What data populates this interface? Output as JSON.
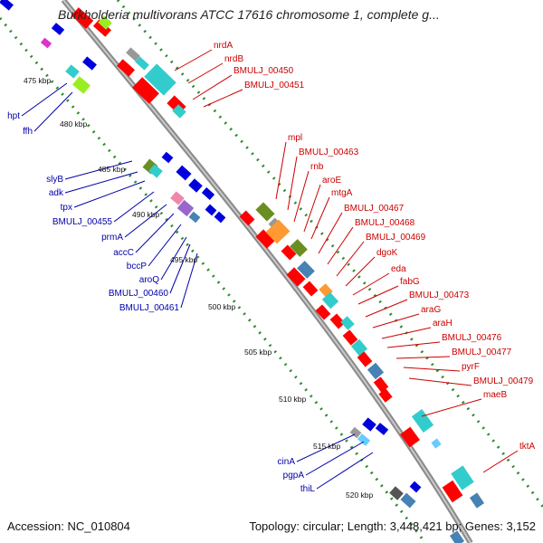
{
  "title": "Burkholderia multivorans ATCC 17616 chromosome 1, complete g...",
  "footer": {
    "accession_label": "Accession:",
    "accession": "NC_010804",
    "topology_label": "Topology:",
    "topology": "circular",
    "length_label": "Length:",
    "length": "3,448,421 bp",
    "genes_label": "Genes:",
    "genes": "3,152"
  },
  "colors": {
    "backbone": "#888888",
    "kbp_dots": "#2d8a2d",
    "reverse_label": "#0000aa",
    "forward_label": "#cc0000",
    "reverse_gene": "#0000dd",
    "forward_gene": "#ff0000",
    "cog_cyan": "#33cccc",
    "cog_orange": "#ff9933",
    "cog_olive": "#6b8e23",
    "cog_steelblue": "#4682b4",
    "cog_green": "#99ee22",
    "cog_pink": "#ee88aa",
    "cog_lightblue": "#66ccff",
    "cog_purple": "#9966cc",
    "cog_gray": "#999999"
  },
  "kbp_ticks": [
    "475 kbp",
    "480 kbp",
    "485 kbp",
    "490 kbp",
    "495 kbp",
    "500 kbp",
    "505 kbp",
    "510 kbp",
    "515 kbp",
    "520 kbp"
  ],
  "forward_genes": [
    "nrdA",
    "nrdB",
    "BMULJ_00450",
    "BMULJ_00451",
    "mpl",
    "BMULJ_00463",
    "rnb",
    "aroE",
    "mtgA",
    "BMULJ_00467",
    "BMULJ_00468",
    "BMULJ_00469",
    "dgoK",
    "eda",
    "fabG",
    "BMULJ_00473",
    "araG",
    "araH",
    "BMULJ_00476",
    "BMULJ_00477",
    "pyrF",
    "BMULJ_00479",
    "maeB",
    "tktA"
  ],
  "reverse_genes": [
    "hpt",
    "ffh",
    "slyB",
    "adk",
    "tpx",
    "BMULJ_00455",
    "prmA",
    "accC",
    "bccP",
    "aroQ",
    "BMULJ_00460",
    "BMULJ_00461",
    "cinA",
    "pgpA",
    "thiL"
  ]
}
